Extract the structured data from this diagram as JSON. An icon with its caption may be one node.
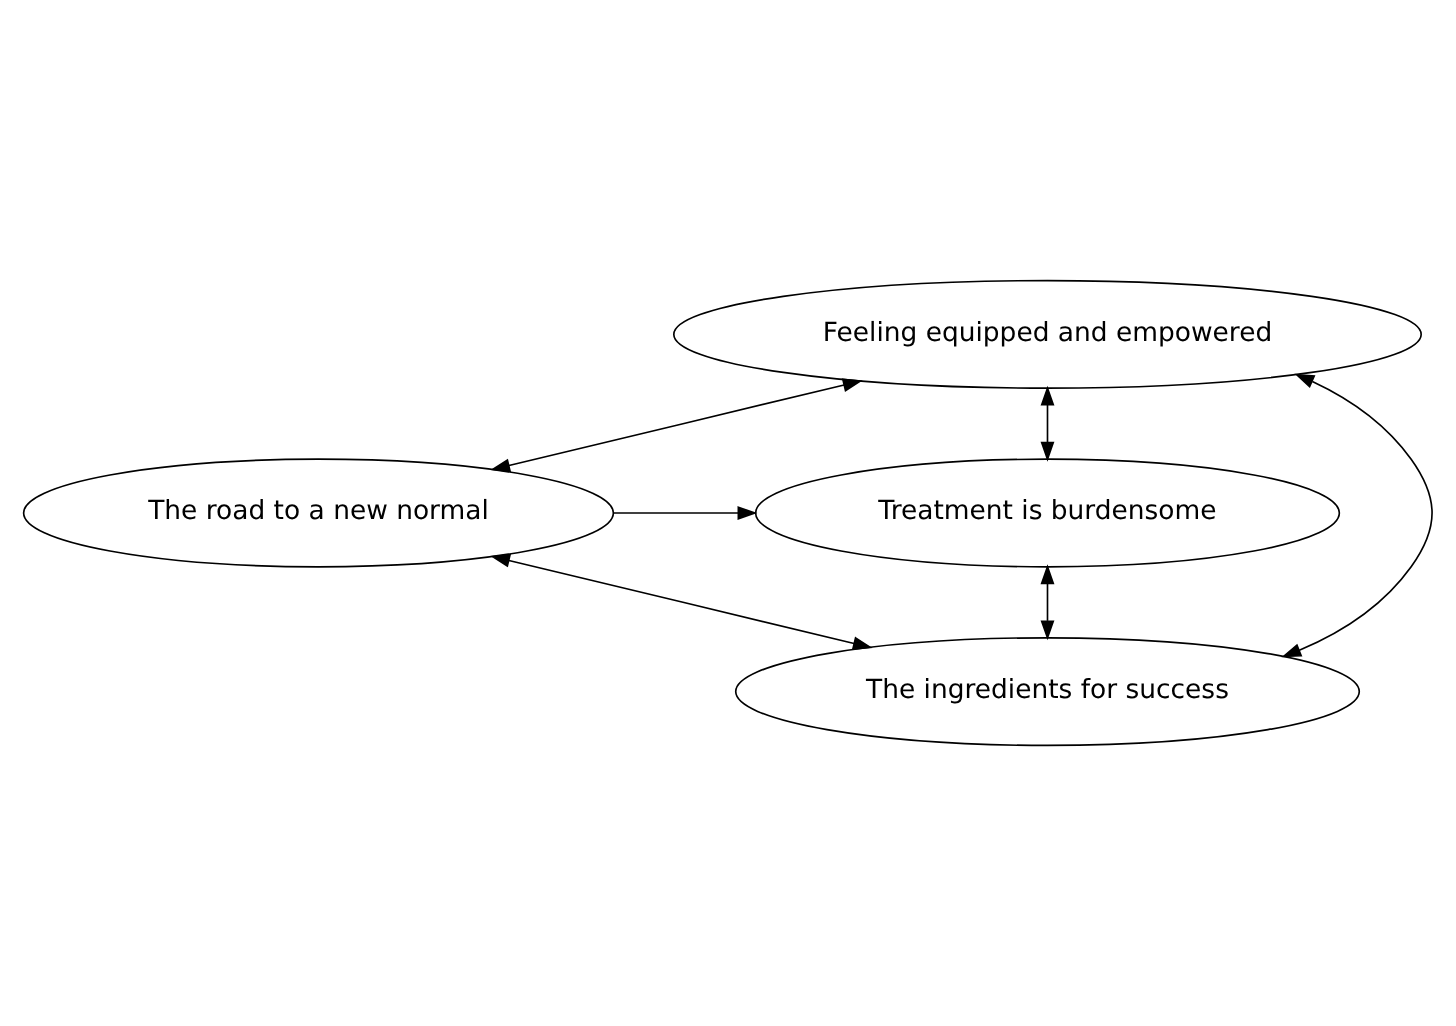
{
  "diagram": {
    "nodes": [
      {
        "text": [
          "Feeling equipped and empowered"
        ]
      },
      {
        "text": [
          "Treatment is burdensome"
        ]
      },
      {
        "text": [
          "The road to a new normal"
        ]
      },
      {
        "text": [
          "The ingredients for success"
        ]
      }
    ],
    "edges": [
      {
        "from": 0,
        "to": 1,
        "arrow": "both"
      },
      {
        "from": 0,
        "to": 2,
        "arrow": "both"
      },
      {
        "from": 2,
        "to": 1,
        "arrow": "to"
      },
      {
        "from": 0,
        "to": 3,
        "arrow": "both"
      },
      {
        "from": 1,
        "to": 3,
        "arrow": "both"
      },
      {
        "from": 2,
        "to": 3,
        "arrow": "both"
      }
    ]
  }
}
